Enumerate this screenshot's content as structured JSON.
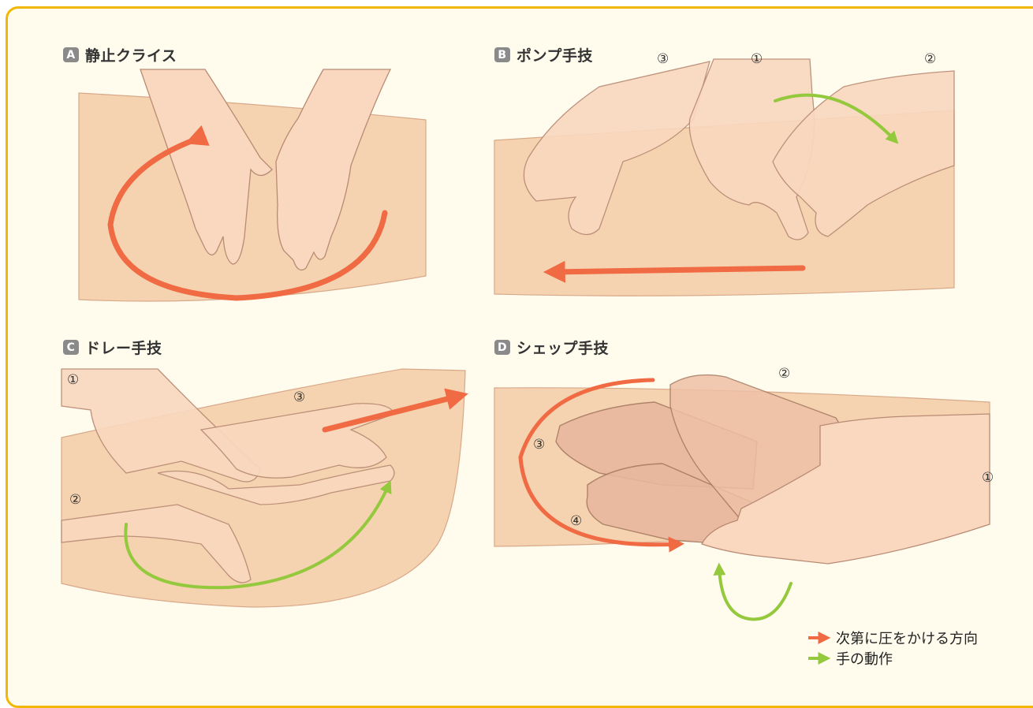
{
  "panels": [
    {
      "badge": "A",
      "title": "静止クライス"
    },
    {
      "badge": "B",
      "title": "ポンプ手技",
      "steps": [
        "③",
        "①",
        "②"
      ]
    },
    {
      "badge": "C",
      "title": "ドレー手技",
      "steps": [
        "①",
        "③",
        "②"
      ]
    },
    {
      "badge": "D",
      "title": "シェップ手技",
      "steps": [
        "②",
        "③",
        "④",
        "①"
      ]
    }
  ],
  "legend": [
    {
      "label": "次第に圧をかける方向",
      "color": "#f06a43"
    },
    {
      "label": "手の動作",
      "color": "#94c83d"
    }
  ],
  "colors": {
    "frame": "#f2b705",
    "background": "#fffcee",
    "skin": "#f9d8bf",
    "limb": "#f5d3b0",
    "pressure": "#f06a43",
    "motion": "#94c83d"
  }
}
